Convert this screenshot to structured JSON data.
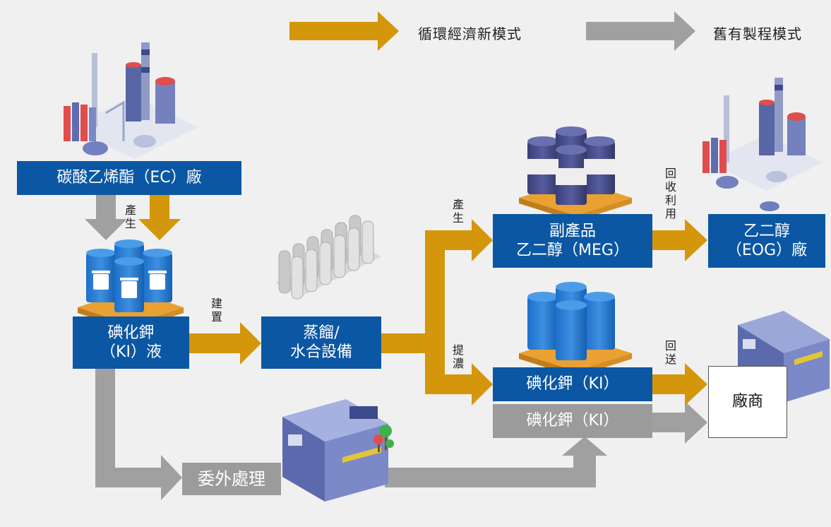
{
  "legend": {
    "new_mode": "循環經濟新模式",
    "old_mode": "舊有製程模式"
  },
  "colors": {
    "gold": "#d4960b",
    "grey": "#a0a0a0",
    "blue": "#0b57a3"
  },
  "nodes": {
    "ec_plant": "碳酸乙烯酯（EC）廠",
    "ki_liquid_1": "碘化鉀",
    "ki_liquid_2": "（KI）液",
    "distill_1": "蒸餾/",
    "distill_2": "水合設備",
    "meg_1": "副產品",
    "meg_2": "乙二醇（MEG）",
    "eog_1": "乙二醇",
    "eog_2": "（EOG）廠",
    "ki_new": "碘化鉀（KI）",
    "ki_old": "碘化鉀（KI）",
    "vendor": "廠商",
    "outsource": "委外處理"
  },
  "arrow_labels": {
    "produce_1": "產生",
    "build": "建置",
    "produce_2": "產生",
    "concentrate": "提濃",
    "recycle": "回收利用",
    "return": "回送"
  },
  "icons": [
    "factory-icon",
    "barrel-pallet-icon",
    "distillation-columns-icon",
    "warehouse-icon",
    "tree-icon"
  ]
}
